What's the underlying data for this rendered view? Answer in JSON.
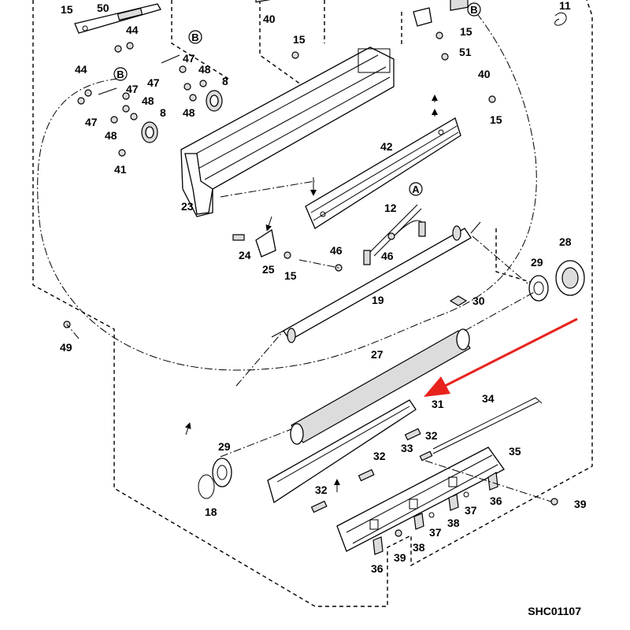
{
  "labels": {
    "l15a": "15",
    "l50": "50",
    "l44a": "44",
    "l47a": "47",
    "l48a": "48",
    "l8a": "8",
    "l44b": "44",
    "l47b": "47",
    "l47c": "47",
    "l48b": "48",
    "l8b": "8",
    "l47d": "47",
    "l48c": "48",
    "l48d": "48",
    "l41": "41",
    "l40a": "40",
    "l15b": "15",
    "l15c": "15",
    "l51": "51",
    "l40b": "40",
    "l15d": "15",
    "l11": "11",
    "l42": "42",
    "l23": "23",
    "l12": "12",
    "l24": "24",
    "l25": "25",
    "l15e": "15",
    "l46a": "46",
    "l46b": "46",
    "l28": "28",
    "l29a": "29",
    "l19": "19",
    "l30": "30",
    "l49": "49",
    "l27": "27",
    "l31": "31",
    "l34": "34",
    "l32a": "32",
    "l33": "33",
    "l35": "35",
    "l29b": "29",
    "l32b": "32",
    "l32c": "32",
    "l36a": "36",
    "l37a": "37",
    "l38a": "38",
    "l39a": "39",
    "l18": "18",
    "l37b": "37",
    "l38b": "38",
    "l36b": "36",
    "l39b": "39"
  },
  "callouts": {
    "b1": "B",
    "b2": "B",
    "b3": "B",
    "a1": "A"
  },
  "code": "SHC01107",
  "colors": {
    "arrow": "#e8231e",
    "ink": "#000000"
  }
}
